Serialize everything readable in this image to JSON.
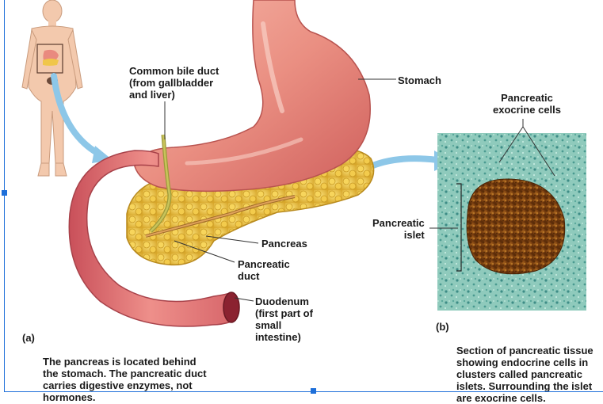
{
  "labels": {
    "bile_duct": "Common bile duct\n(from gallbladder\nand liver)",
    "stomach": "Stomach",
    "exocrine": "Pancreatic\nexocrine cells",
    "islet": "Pancreatic\nislet",
    "pancreas": "Pancreas",
    "pancreatic_duct": "Pancreatic\nduct",
    "duodenum": "Duodenum\n(first part of\nsmall\nintestine)"
  },
  "captions": {
    "a_tag": "(a)",
    "a_text": "The pancreas is located behind\nthe stomach. The pancreatic duct\ncarries digestive enzymes, not\nhormones.",
    "b_tag": "(b)",
    "b_text": "Section of pancreatic tissue\nshowing endocrine cells in\nclusters called pancreatic\nislets. Surrounding the islet\nare exocrine cells."
  },
  "colors": {
    "stomach": "#e98a7f",
    "pancreas": "#f0c64a",
    "duodenum": "#e2787a",
    "tissue": "#7fc2b5",
    "islet": "#8a4a12",
    "selection": "#1e6fd9"
  }
}
